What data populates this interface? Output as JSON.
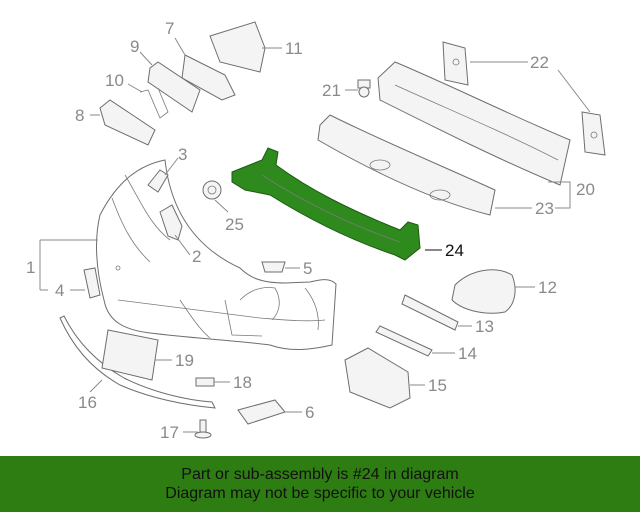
{
  "banner": {
    "line1": "Part or sub-assembly is #24 in diagram",
    "line2": "Diagram may not be specific to your vehicle",
    "color": "#2e7d12"
  },
  "highlight_color": "#2f8a1e",
  "callouts": {
    "c1": "1",
    "c2": "2",
    "c3": "3",
    "c4": "4",
    "c5": "5",
    "c6": "6",
    "c7": "7",
    "c8": "8",
    "c9": "9",
    "c10": "10",
    "c11": "11",
    "c12": "12",
    "c13": "13",
    "c14": "14",
    "c15": "15",
    "c16": "16",
    "c17": "17",
    "c18": "18",
    "c19": "19",
    "c20": "20",
    "c21": "21",
    "c22": "22",
    "c23": "23",
    "c24": "24",
    "c25": "25"
  },
  "highlighted_part": "24"
}
